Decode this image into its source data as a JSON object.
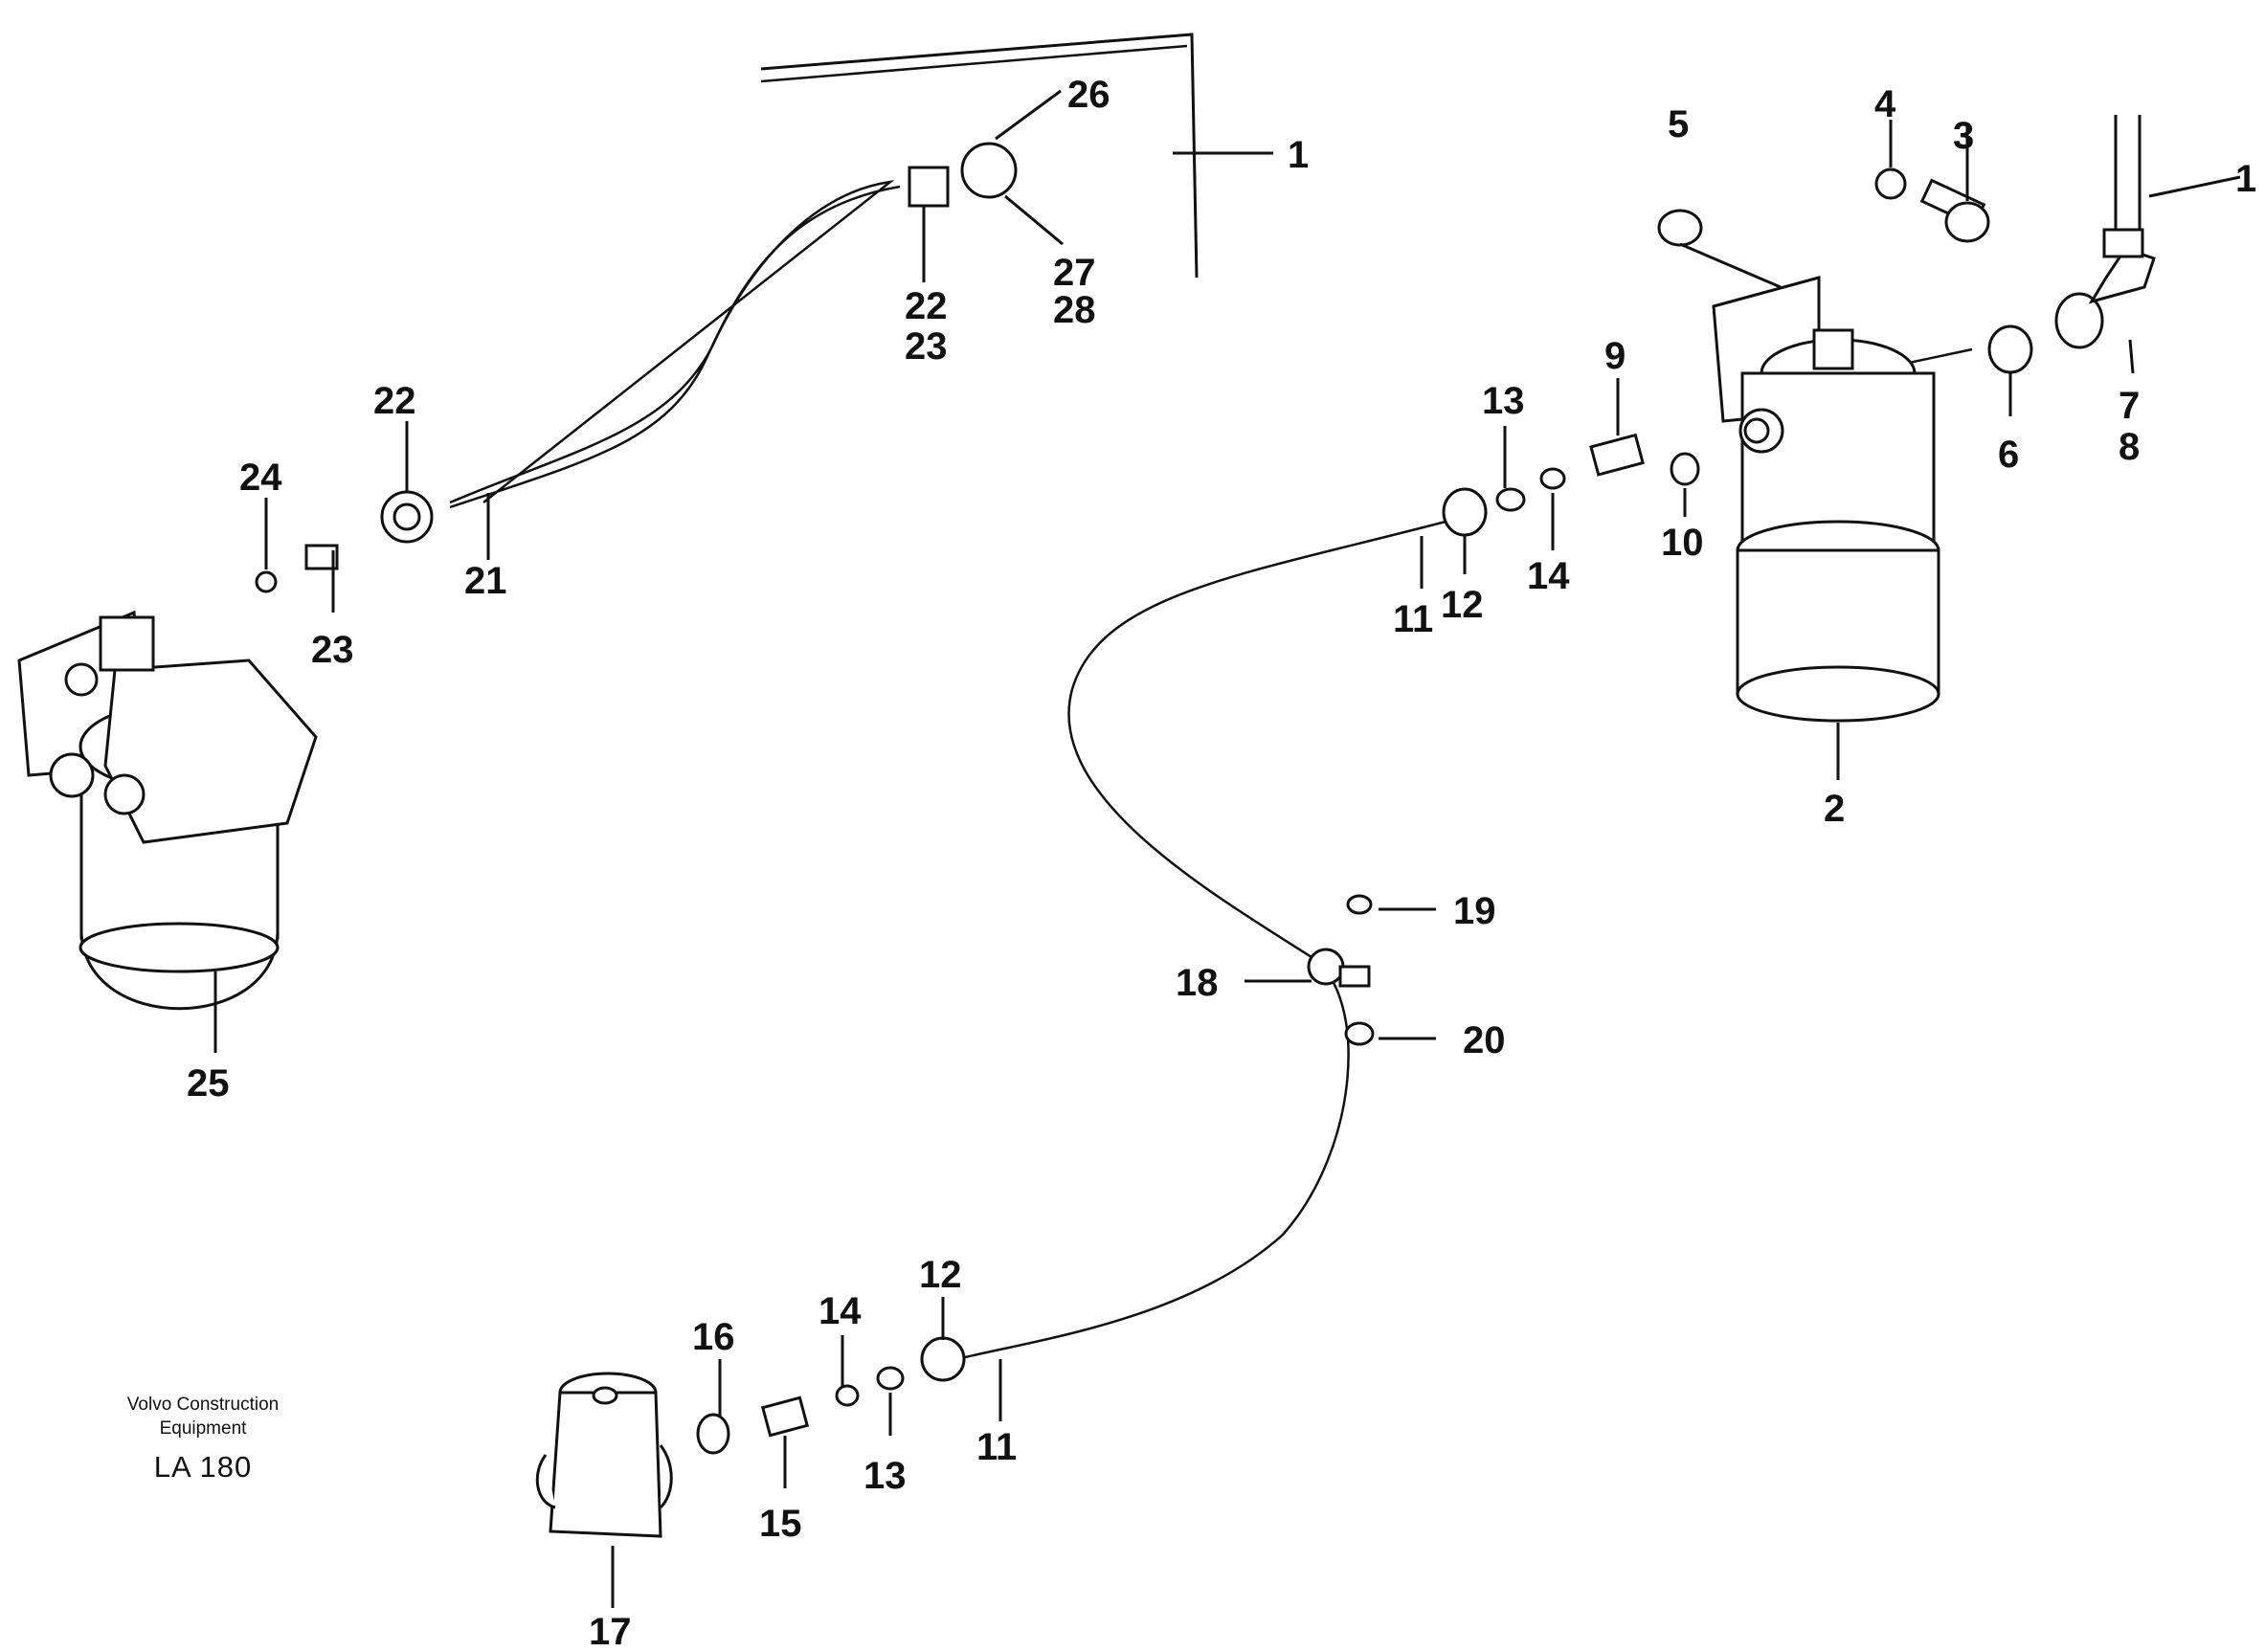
{
  "callouts": {
    "c1a": "1",
    "c1b": "1",
    "c2": "2",
    "c3": "3",
    "c4": "4",
    "c5": "5",
    "c6": "6",
    "c7": "7",
    "c8": "8",
    "c9": "9",
    "c10": "10",
    "c11a": "11",
    "c11b": "11",
    "c12a": "12",
    "c12b": "12",
    "c13a": "13",
    "c13b": "13",
    "c14a": "14",
    "c14b": "14",
    "c15": "15",
    "c16": "16",
    "c17": "17",
    "c18": "18",
    "c19": "19",
    "c20": "20",
    "c21": "21",
    "c22a": "22",
    "c22b": "22",
    "c23a": "23",
    "c23b": "23",
    "c24": "24",
    "c25": "25",
    "c26": "26",
    "c27": "27",
    "c28": "28"
  },
  "credit": {
    "line1": "Volvo Construction",
    "line2": "Equipment",
    "code": "LA 180"
  }
}
